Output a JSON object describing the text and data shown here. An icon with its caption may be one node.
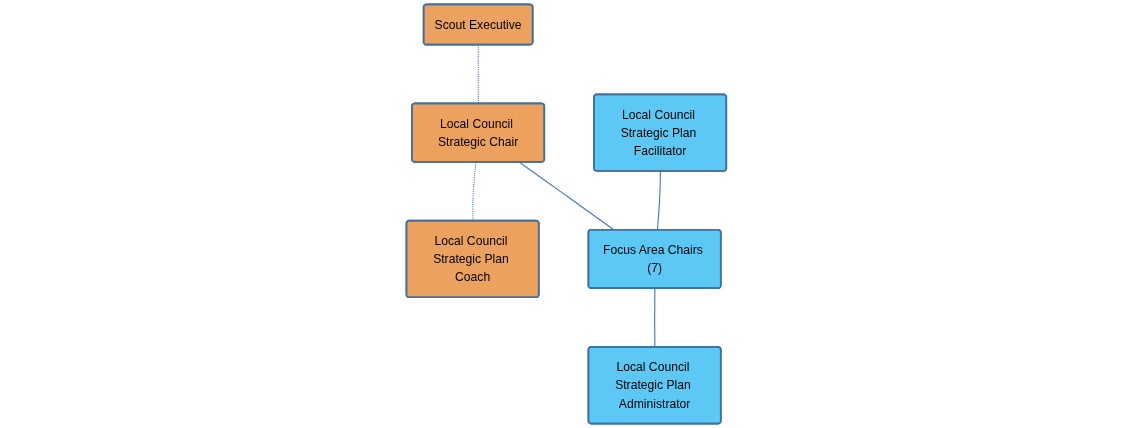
{
  "diagram": {
    "nodes": [
      {
        "text": [
          "Scout Executive"
        ]
      },
      {
        "text": [
          "Local Council Strategic Chair"
        ]
      },
      {
        "text": [
          "Local Council Strategic Plan Coach"
        ]
      },
      {
        "text": [
          "Local Council Strategic Plan Facilitator"
        ]
      },
      {
        "text": [
          "Focus Area Chairs (7)"
        ]
      },
      {
        "text": [
          "Local Council Strategic Plan Administrator"
        ]
      }
    ],
    "edges": [
      {
        "from": 0,
        "to": 1,
        "arrow": "none",
        "style": "dashed"
      },
      {
        "from": 1,
        "to": 2,
        "arrow": "none",
        "style": "dashed"
      },
      {
        "from": 1,
        "to": 4,
        "arrow": "none"
      },
      {
        "from": 3,
        "to": 4,
        "arrow": "none"
      },
      {
        "from": 4,
        "to": 5,
        "arrow": "none"
      }
    ]
  }
}
